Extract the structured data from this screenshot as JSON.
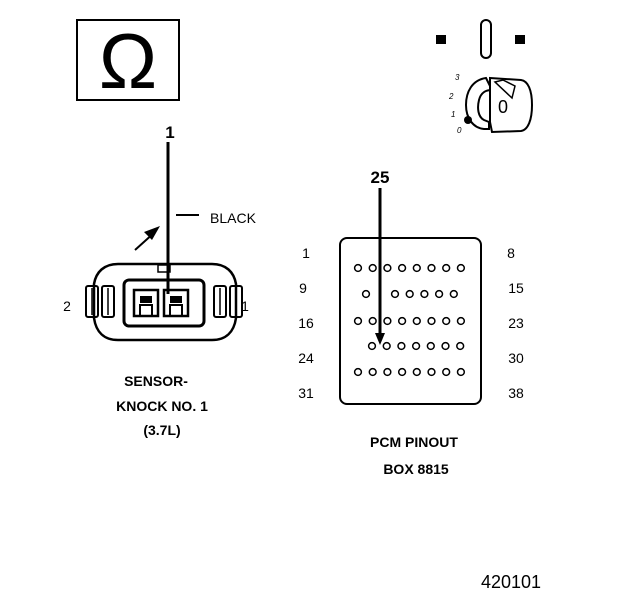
{
  "ohm_symbol": "Ω",
  "ignition": {
    "positions": [
      "3",
      "2",
      "1",
      "0"
    ],
    "key_label": "0"
  },
  "sensor": {
    "callout_pin": "1",
    "wire_color": "BLACK",
    "left_pin": "2",
    "right_pin": "1",
    "title_line1": "SENSOR-",
    "title_line2": "KNOCK NO. 1",
    "title_line3": "(3.7L)"
  },
  "pcm": {
    "callout_pin": "25",
    "row_start_labels": [
      "1",
      "9",
      "16",
      "24",
      "31"
    ],
    "row_end_labels": [
      "8",
      "15",
      "23",
      "30",
      "38"
    ],
    "row_pin_counts": [
      8,
      6,
      8,
      7,
      8
    ],
    "title_line1": "PCM PINOUT",
    "title_line2": "BOX 8815"
  },
  "figure_number": "420101"
}
